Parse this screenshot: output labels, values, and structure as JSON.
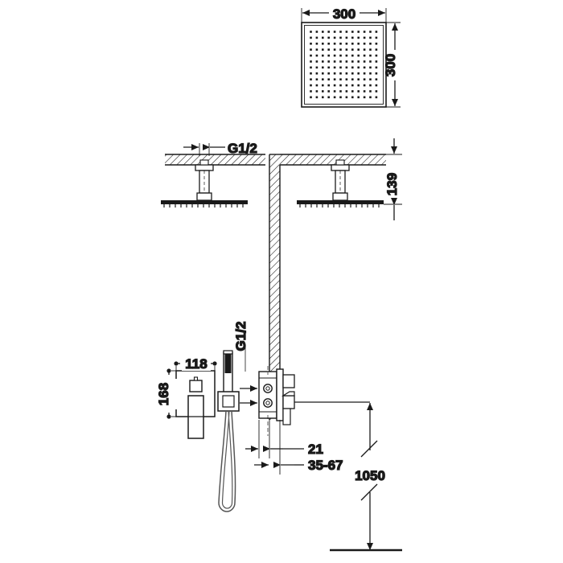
{
  "drawing": {
    "title": "Concealed thermostatic shower set technical drawing",
    "line_color": "#1a1a1a",
    "background": "#ffffff"
  },
  "dimensions": {
    "head_width": "300",
    "head_height": "300",
    "ceiling_thread": "G1/2",
    "ceiling_drop": "139",
    "valve_thread": "G1/2",
    "valve_plate_width": "118",
    "valve_plate_height": "168",
    "valve_depth_min": "21",
    "valve_depth_range": "35-67",
    "valve_floor_height": "1050"
  },
  "components": {
    "shower_head_plan": "square-rain-shower-head-plan-view",
    "shower_head_side_left": "ceiling-mounted-shower-head-side-view",
    "shower_head_side_right": "ceiling-mounted-shower-head-side-view-corner",
    "wall_section": "wall-and-ceiling-section-hatched",
    "valve_trim": "concealed-valve-trim-plate-with-lever",
    "hand_shower": "hand-shower-wand-with-bracket-and-hose",
    "valve_body": "concealed-thermostatic-valve-body-section"
  },
  "nozzle_grid": {
    "columns": 13,
    "rows": 13,
    "spacing": 7.4,
    "size": 2.6
  }
}
